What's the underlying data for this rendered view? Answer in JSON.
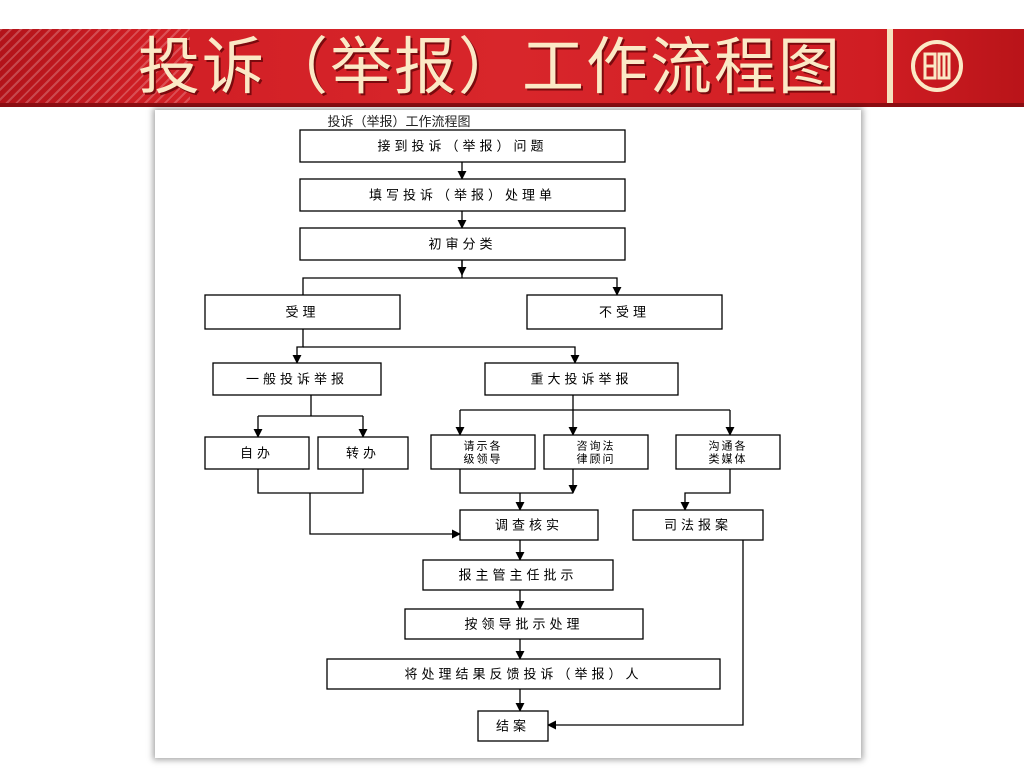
{
  "banner": {
    "title": "投诉（举报）工作流程图",
    "logo_icon": "seal-logo-icon",
    "background_color": "#d8262b",
    "title_color": "#fbe9c6"
  },
  "chart_data": {
    "type": "flowchart",
    "title": "投诉（举报）工作流程图",
    "nodes": [
      {
        "id": "n1",
        "label": "接到投诉（举报）问题"
      },
      {
        "id": "n2",
        "label": "填写投诉（举报）处理单"
      },
      {
        "id": "n3",
        "label": "初审分类"
      },
      {
        "id": "n4",
        "label": "受理"
      },
      {
        "id": "n5",
        "label": "不受理"
      },
      {
        "id": "n6",
        "label": "一般投诉举报"
      },
      {
        "id": "n7",
        "label": "重大投诉举报"
      },
      {
        "id": "n8",
        "label": "自办"
      },
      {
        "id": "n9",
        "label": "转办"
      },
      {
        "id": "n10",
        "label": "请示各\n级领导"
      },
      {
        "id": "n11",
        "label": "咨询法\n律顾问"
      },
      {
        "id": "n12",
        "label": "沟通各\n类媒体"
      },
      {
        "id": "n13",
        "label": "调查核实"
      },
      {
        "id": "n14",
        "label": "司法报案"
      },
      {
        "id": "n15",
        "label": "报主管主任批示"
      },
      {
        "id": "n16",
        "label": "按领导批示处理"
      },
      {
        "id": "n17",
        "label": "将处理结果反馈投诉（举报）人"
      },
      {
        "id": "n18",
        "label": "结案"
      }
    ],
    "edges": [
      [
        "n1",
        "n2"
      ],
      [
        "n2",
        "n3"
      ],
      [
        "n3",
        "n4"
      ],
      [
        "n3",
        "n5"
      ],
      [
        "n4",
        "n6"
      ],
      [
        "n4",
        "n7"
      ],
      [
        "n6",
        "n8"
      ],
      [
        "n6",
        "n9"
      ],
      [
        "n7",
        "n10"
      ],
      [
        "n7",
        "n11"
      ],
      [
        "n7",
        "n12"
      ],
      [
        "n8",
        "n13"
      ],
      [
        "n9",
        "n13"
      ],
      [
        "n10",
        "n13"
      ],
      [
        "n11",
        "n13"
      ],
      [
        "n12",
        "n14"
      ],
      [
        "n13",
        "n15"
      ],
      [
        "n15",
        "n16"
      ],
      [
        "n16",
        "n17"
      ],
      [
        "n17",
        "n18"
      ],
      [
        "n14",
        "n18"
      ]
    ]
  }
}
